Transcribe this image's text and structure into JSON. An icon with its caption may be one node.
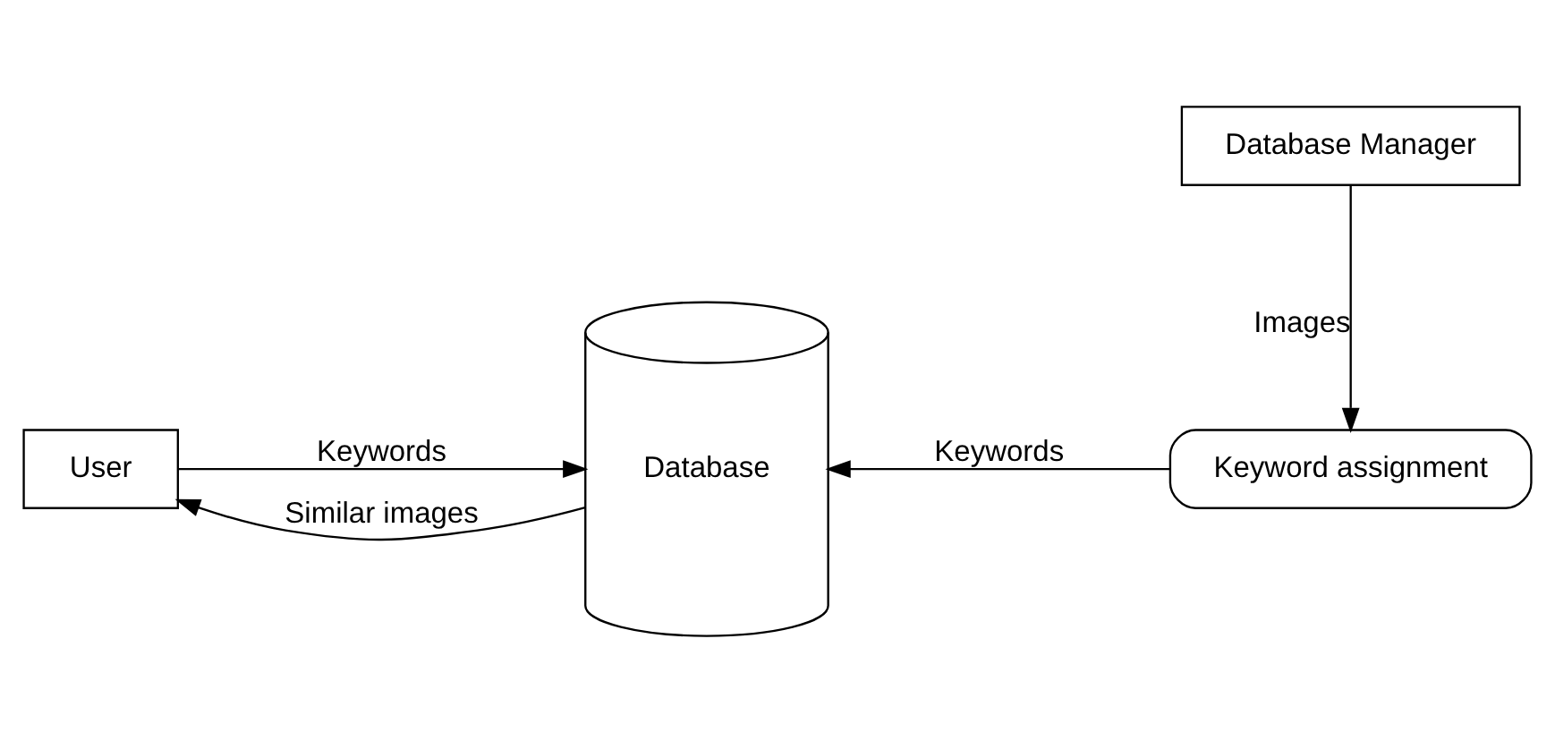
{
  "diagram": {
    "nodes": [
      {
        "text": [
          "User"
        ]
      },
      {
        "text": [
          "Database"
        ]
      },
      {
        "text": [
          "Keyword assignment"
        ]
      },
      {
        "text": [
          "Database Manager"
        ]
      }
    ],
    "edges": [
      {
        "from": 0,
        "to": 1,
        "arrow": "to",
        "label": "Keywords"
      },
      {
        "from": 1,
        "to": 0,
        "arrow": "to",
        "label": "Similar images"
      },
      {
        "from": 2,
        "to": 1,
        "arrow": "to",
        "label": "Keywords"
      },
      {
        "from": 3,
        "to": 2,
        "arrow": "to",
        "label": "Images"
      }
    ]
  }
}
